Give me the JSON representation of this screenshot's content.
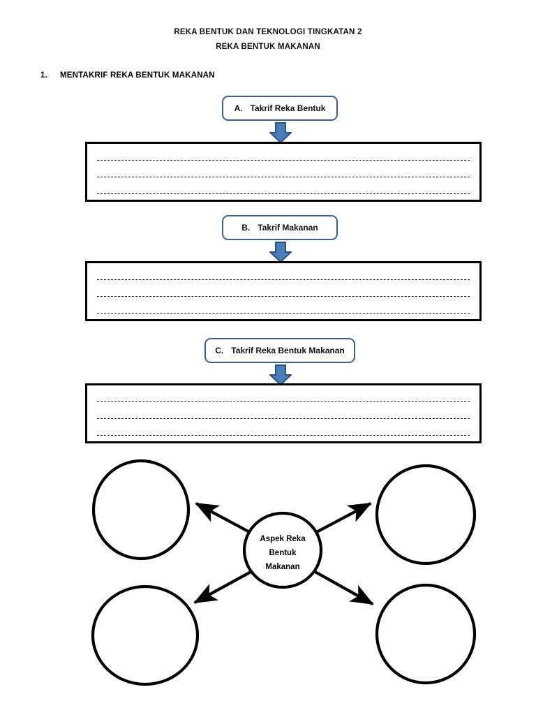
{
  "header": {
    "line1": "REKA BENTUK DAN TEKNOLOGI TINGKATAN 2",
    "line2": "REKA BENTUK MAKANAN"
  },
  "section": {
    "number": "1.",
    "title": "MENTAKRIF REKA BENTUK MAKANAN"
  },
  "items": [
    {
      "letter": "A.",
      "label": "Takrif Reka Bentuk",
      "arrow": "down-arrow",
      "lines": 3
    },
    {
      "letter": "B.",
      "label": "Takrif Makanan",
      "arrow": "down-arrow",
      "lines": 3
    },
    {
      "letter": "C.",
      "label": "Takrif Reka Bentuk Makanan",
      "arrow": "down-arrow",
      "lines": 3
    }
  ],
  "diagram": {
    "center": {
      "line1": "Aspek Reka",
      "line2": "Bentuk",
      "line3": "Makanan"
    },
    "branches": [
      {
        "position": "top-left",
        "label": ""
      },
      {
        "position": "top-right",
        "label": ""
      },
      {
        "position": "bottom-left",
        "label": ""
      },
      {
        "position": "bottom-right",
        "label": ""
      }
    ]
  },
  "colors": {
    "arrow_fill": "#4a7ebb",
    "arrow_stroke": "#2e5277",
    "label_border": "#3d5f8a",
    "box_border": "#000000",
    "rule_line": "#1a1a1a",
    "ink": "#000000"
  }
}
